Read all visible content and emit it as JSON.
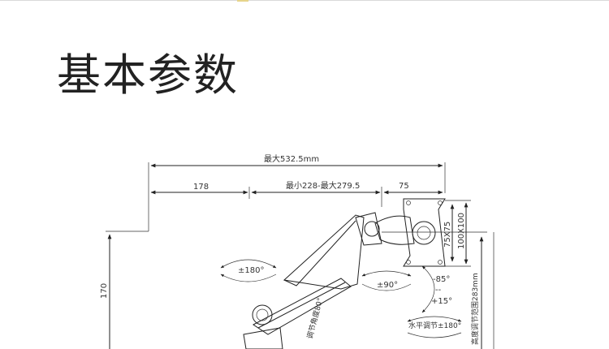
{
  "header": {
    "title": "基本参数"
  },
  "dimensions": {
    "max_reach": "最大532.5mm",
    "arm_segment": "178",
    "adjust_range": "最小228-最大279.5",
    "head_offset": "75",
    "height_side": "170",
    "vesa_75": "75X75",
    "vesa_100": "100X100",
    "height_range": "高度调节范围283mm"
  },
  "rotations": {
    "base_swivel": "±180°",
    "arm_swivel": "±90°",
    "tilt_up": "-85°",
    "tilt_separator": "--",
    "tilt_down": "+15°",
    "horizontal": "水平调节±180°",
    "adjust_angle": "调节角度80°"
  },
  "colors": {
    "line": "#222222",
    "background": "#ffffff"
  }
}
